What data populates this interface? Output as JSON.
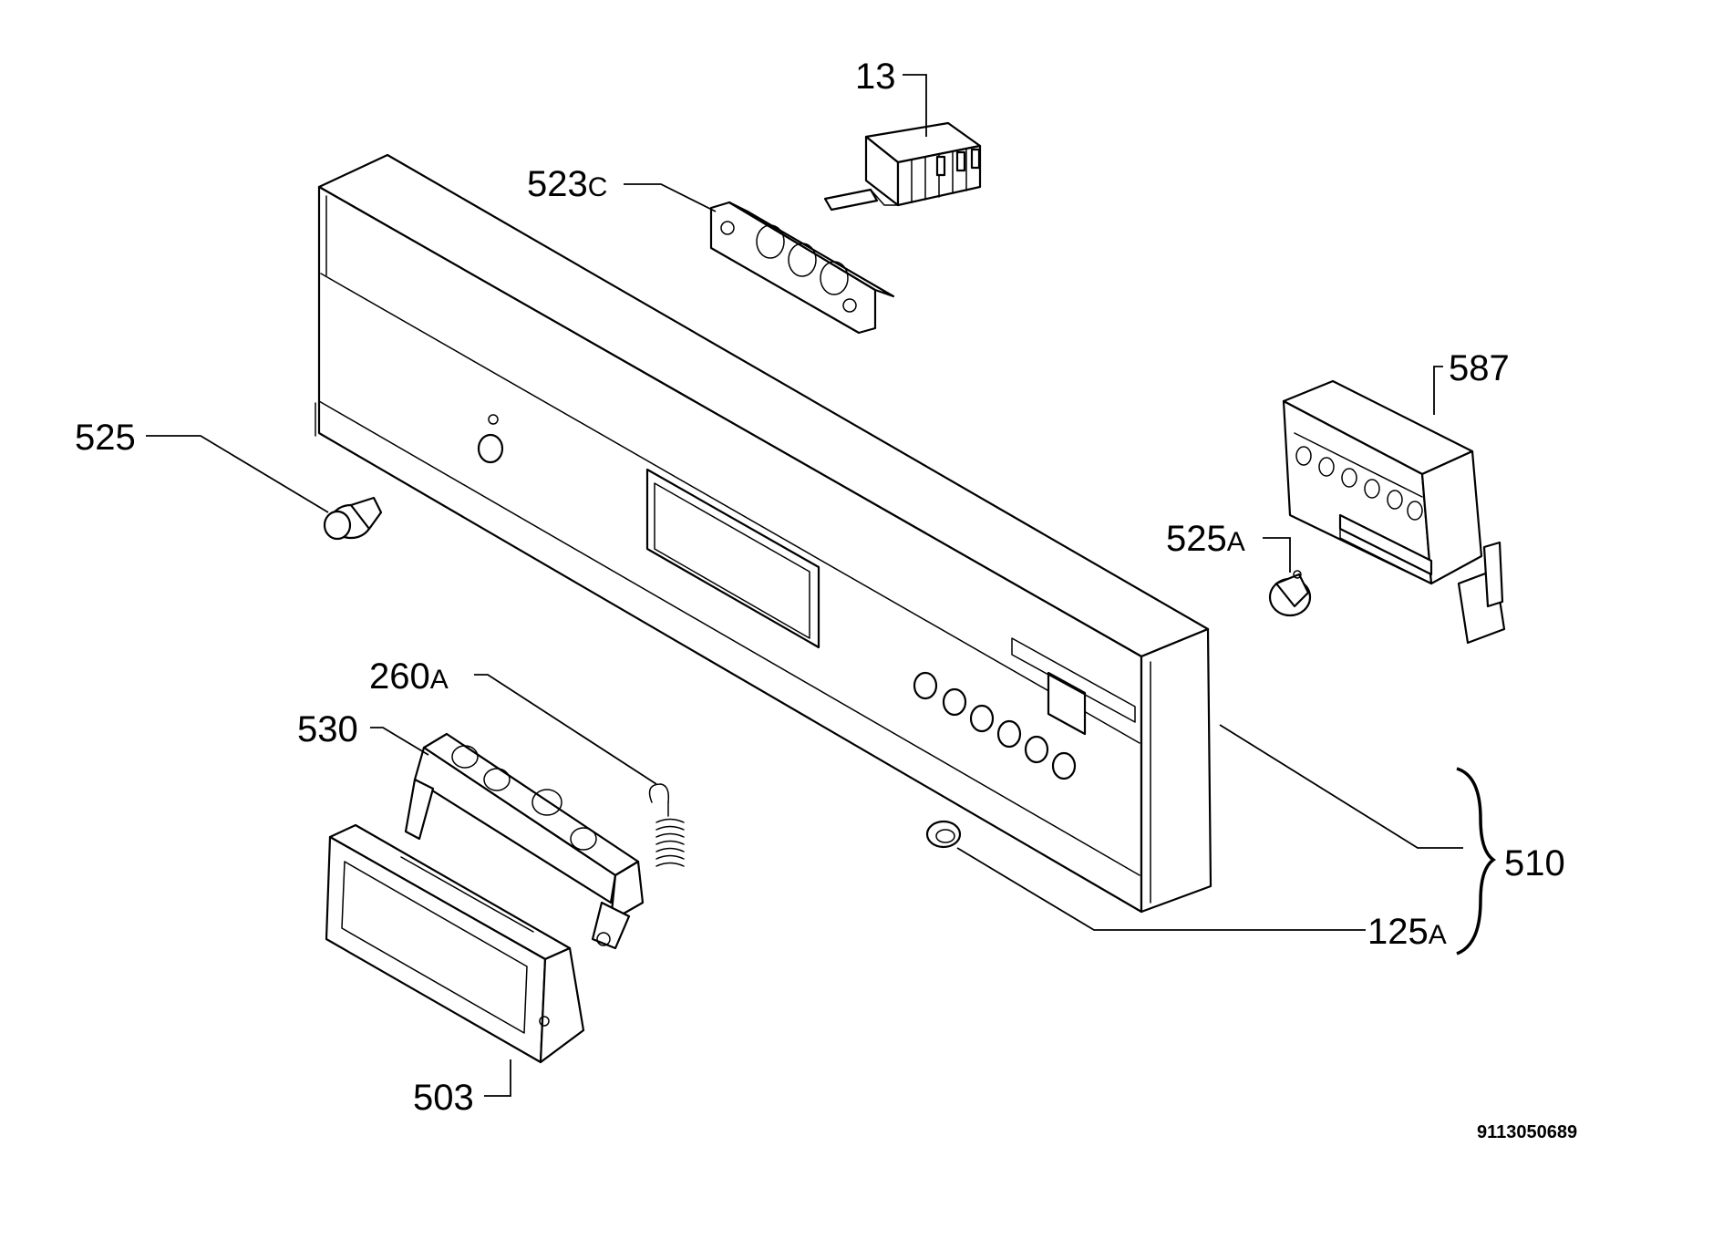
{
  "labels": {
    "p13": {
      "num": "13",
      "suffix": ""
    },
    "p523c": {
      "num": "523",
      "suffix": "C"
    },
    "p587": {
      "num": "587",
      "suffix": ""
    },
    "p525": {
      "num": "525",
      "suffix": ""
    },
    "p525a": {
      "num": "525",
      "suffix": "A"
    },
    "p260a": {
      "num": "260",
      "suffix": "A"
    },
    "p530": {
      "num": "530",
      "suffix": ""
    },
    "p510": {
      "num": "510",
      "suffix": ""
    },
    "p125a": {
      "num": "125",
      "suffix": "A"
    },
    "p503": {
      "num": "503",
      "suffix": ""
    }
  },
  "reference_number": "9113050689"
}
